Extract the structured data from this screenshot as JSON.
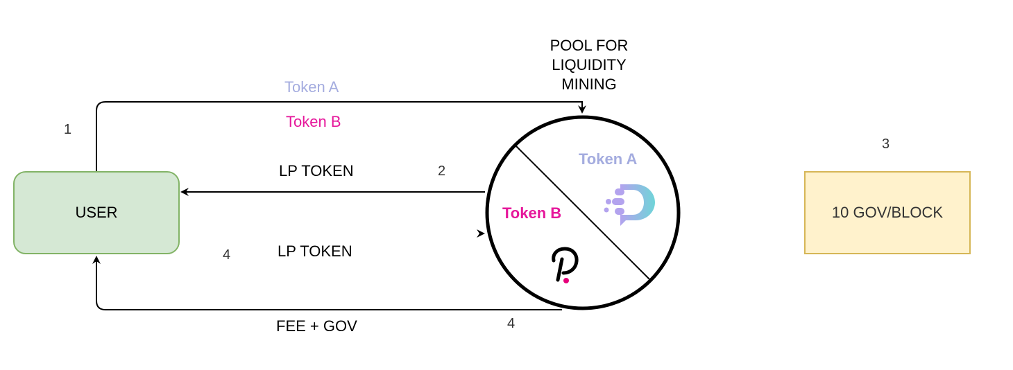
{
  "nodes": {
    "user": {
      "label": "USER",
      "fill": "#d5e8d4",
      "stroke": "#82b366"
    },
    "gov_emission": {
      "label": "10 GOV/BLOCK",
      "fill": "#fff2cc",
      "stroke": "#d6b656"
    },
    "pool": {
      "title_lines": [
        "POOL FOR",
        "LIQUIDITY",
        "MINING"
      ],
      "token_a_label": "Token A",
      "token_b_label": "Token B",
      "token_a_logo": "dock-d-logo-icon",
      "token_b_logo": "polkadot-p-logo-icon"
    }
  },
  "edges": {
    "deposit": {
      "step": "1",
      "label_a": "Token A",
      "label_b": "Token B"
    },
    "lp_mint": {
      "step": "2",
      "label": "LP TOKEN"
    },
    "lp_return": {
      "step": "4",
      "label": "LP TOKEN"
    },
    "reward": {
      "step": "4",
      "label": "FEE + GOV"
    }
  },
  "step3": {
    "step": "3"
  },
  "colors": {
    "token_a": "#a4acdf",
    "token_b": "#e6179b",
    "edge": "#000000",
    "step_number": "#333333"
  }
}
